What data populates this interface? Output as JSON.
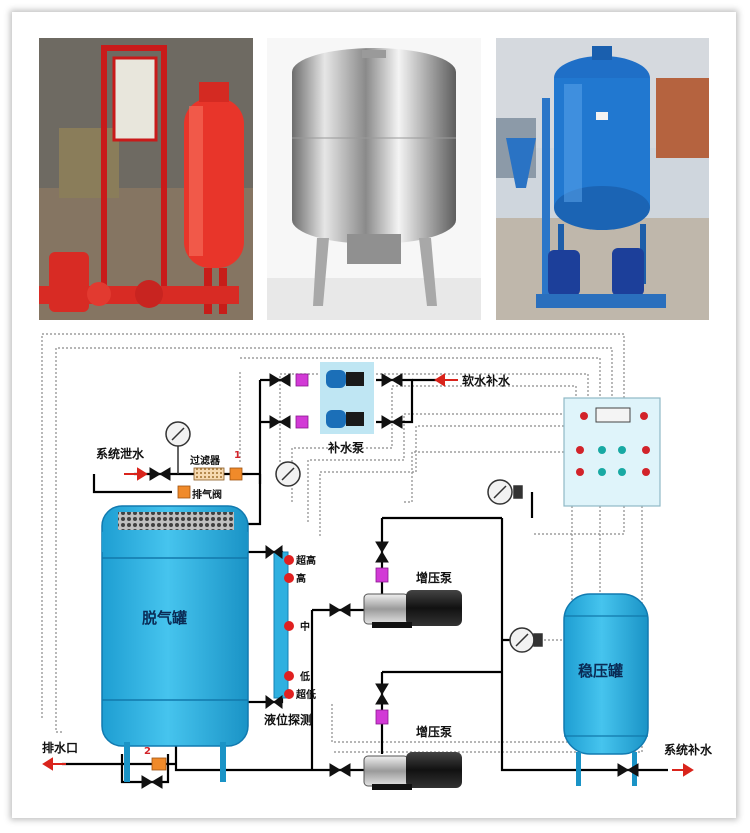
{
  "photos": [
    {
      "name": "red-degassing-unit-photo"
    },
    {
      "name": "stainless-pressure-tank-photo"
    },
    {
      "name": "blue-degassing-unit-photo"
    }
  ],
  "labels": {
    "system_drain_water": "系统泄水",
    "filter": "过滤器",
    "marker_1": "1",
    "marker_2": "2",
    "exhaust_valve": "排气阀",
    "soft_water_makeup": "软水补水",
    "makeup_pump": "补水泵",
    "degassing_tank": "脱气罐",
    "level_super_high": "超高",
    "level_high": "高",
    "level_mid": "中",
    "level_low": "低",
    "level_super_low": "超低",
    "level_probe": "液位探测",
    "booster_pump_1": "增压泵",
    "booster_pump_2": "增压泵",
    "stabilizer_tank": "稳压罐",
    "drain_outlet": "排水口",
    "system_makeup": "系统补水"
  },
  "colors": {
    "tank_blue": "#2fb0e0",
    "pipe": "#000000",
    "arrow_red": "#d9241c",
    "valve_pink": "#d23ad6",
    "filter_orange": "#f08a2a",
    "panel_bg": "#dff4fa",
    "indicator_red": "#d2232a",
    "indicator_teal": "#18a9a3"
  }
}
